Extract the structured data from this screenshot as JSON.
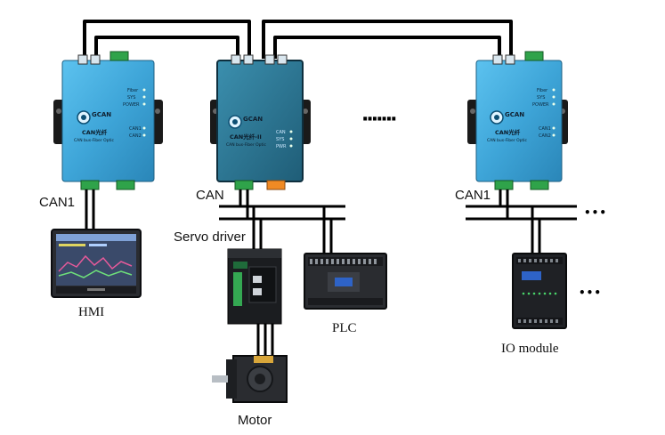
{
  "labels": {
    "can1_left": "CAN1",
    "can_middle": "CAN",
    "can1_right": "CAN1",
    "hmi": "HMI",
    "servo_driver": "Servo driver",
    "plc": "PLC",
    "motor": "Motor",
    "io_module": "IO module",
    "ellipsis_mid": "·······",
    "ellipsis_right_top": "•••",
    "ellipsis_right_bottom": "•••"
  },
  "devices": {
    "left_converter": {
      "brand": "GCAN",
      "product": "CAN光纤",
      "subtitle": "CAN bus-Fiber Optic",
      "leds": [
        "Fiber",
        "SYS",
        "POWER"
      ],
      "ports": [
        "CAN1",
        "CAN2"
      ]
    },
    "middle_converter": {
      "brand": "GCAN",
      "product": "CAN光纤-II",
      "subtitle": "CAN bus-Fiber Optic",
      "leds": [
        "CAN",
        "SYS",
        "PWR"
      ]
    },
    "right_converter": {
      "brand": "GCAN",
      "product": "CAN光纤",
      "subtitle": "CAN bus-Fiber Optic",
      "leds": [
        "Fiber",
        "SYS",
        "POWER"
      ],
      "ports": [
        "CAN1",
        "CAN2"
      ]
    }
  },
  "colors": {
    "converter_blue": "#3fa6d8",
    "converter_dark": "#2c6f8c",
    "terminal_green": "#2fa34a",
    "terminal_orange": "#f08a24",
    "cable": "#000000"
  }
}
